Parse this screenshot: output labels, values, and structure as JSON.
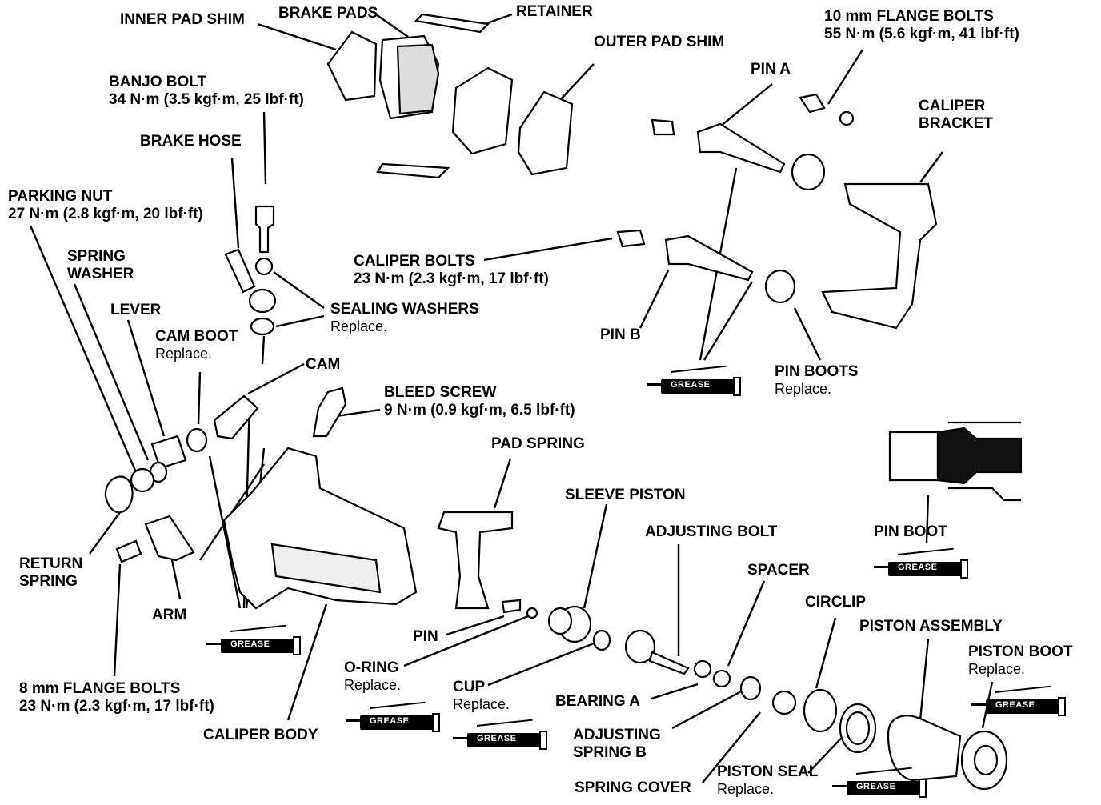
{
  "labels": {
    "inner_pad_shim": "INNER PAD SHIM",
    "brake_pads": "BRAKE PADS",
    "retainer": "RETAINER",
    "flange_bolts_10mm": "10 mm FLANGE BOLTS",
    "flange_bolts_10mm_torque": "55 N·m (5.6 kgf·m, 41 lbf·ft)",
    "outer_pad_shim": "OUTER PAD SHIM",
    "pin_a": "PIN A",
    "caliper_bracket_1": "CALIPER",
    "caliper_bracket_2": "BRACKET",
    "banjo_bolt": "BANJO BOLT",
    "banjo_bolt_torque": "34 N·m (3.5 kgf·m, 25 lbf·ft)",
    "brake_hose": "BRAKE HOSE",
    "parking_nut": "PARKING NUT",
    "parking_nut_torque": "27 N·m (2.8 kgf·m, 20 lbf·ft)",
    "spring_washer_1": "SPRING",
    "spring_washer_2": "WASHER",
    "caliper_bolts": "CALIPER BOLTS",
    "caliper_bolts_torque": "23 N·m (2.3 kgf·m, 17 lbf·ft)",
    "lever": "LEVER",
    "sealing_washers": "SEALING WASHERS",
    "sealing_washers_note": "Replace.",
    "cam_boot": "CAM BOOT",
    "cam_boot_note": "Replace.",
    "pin_b": "PIN B",
    "cam": "CAM",
    "pin_boots": "PIN BOOTS",
    "pin_boots_note": "Replace.",
    "bleed_screw": "BLEED SCREW",
    "bleed_screw_torque": "9 N·m (0.9 kgf·m, 6.5 lbf·ft)",
    "pad_spring": "PAD SPRING",
    "sleeve_piston": "SLEEVE PISTON",
    "adjusting_bolt": "ADJUSTING BOLT",
    "pin_boot": "PIN BOOT",
    "spacer": "SPACER",
    "return_spring_1": "RETURN",
    "return_spring_2": "SPRING",
    "arm": "ARM",
    "pin": "PIN",
    "circlip": "CIRCLIP",
    "piston_assembly": "PISTON ASSEMBLY",
    "piston_boot": "PISTON BOOT",
    "piston_boot_note": "Replace.",
    "o_ring": "O-RING",
    "o_ring_note": "Replace.",
    "cup": "CUP",
    "cup_note": "Replace.",
    "bearing_a": "BEARING A",
    "flange_bolts_8mm": "8 mm FLANGE BOLTS",
    "flange_bolts_8mm_torque": "23 N·m (2.3 kgf·m, 17 lbf·ft)",
    "caliper_body": "CALIPER BODY",
    "adjusting_spring_b_1": "ADJUSTING",
    "adjusting_spring_b_2": "SPRING B",
    "spring_cover": "SPRING COVER",
    "piston_seal": "PISTON SEAL",
    "piston_seal_note": "Replace."
  },
  "grease_label": "GREASE"
}
